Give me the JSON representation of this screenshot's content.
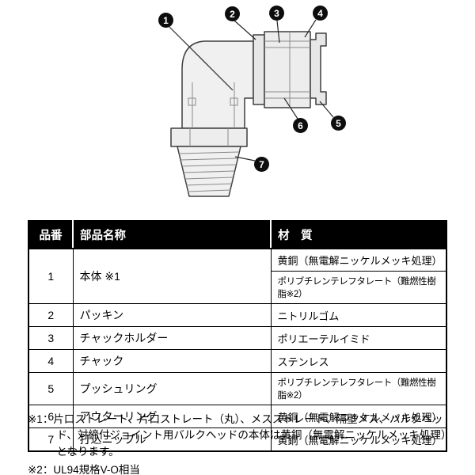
{
  "colors": {
    "background": "#ffffff",
    "table_header_bg": "#000000",
    "table_header_text": "#ffffff",
    "callout_bg": "#0d0d0d",
    "line_color": "#3f3f3f"
  },
  "diagram": {
    "description": "elbow-push-in-fitting-cross-section",
    "callouts": [
      {
        "label": "1"
      },
      {
        "label": "2"
      },
      {
        "label": "3"
      },
      {
        "label": "4"
      },
      {
        "label": "5"
      },
      {
        "label": "6"
      },
      {
        "label": "7"
      }
    ]
  },
  "table": {
    "headers": [
      "品番",
      "部品名称",
      "材　質"
    ],
    "rows": [
      {
        "no": "1",
        "name": "本体 ※1",
        "materials": [
          "黄銅（無電解ニッケルメッキ処理）",
          "ポリブチレンテレフタレート（難燃性樹脂※2）"
        ]
      },
      {
        "no": "2",
        "name": "パッキン",
        "materials": [
          "ニトリルゴム"
        ]
      },
      {
        "no": "3",
        "name": "チャックホルダー",
        "materials": [
          "ポリエーテルイミド"
        ]
      },
      {
        "no": "4",
        "name": "チャック",
        "materials": [
          "ステンレス"
        ]
      },
      {
        "no": "5",
        "name": "プッシュリング",
        "materials": [
          "ポリブチレンテレフタレート（難燃性樹脂※2）"
        ]
      },
      {
        "no": "6",
        "name": "アウターリング",
        "materials": [
          "黄銅（無電解ニッケルメッキ処理）"
        ]
      },
      {
        "no": "7",
        "name": "打込ニップル",
        "materials": [
          "黄銅（無電解ニッケルメッキ処理）"
        ]
      }
    ]
  },
  "footnotes": [
    "※1：片口ストレート、片口ストレート（丸）、メスストレート、隔壁メス、バルクヘッド、対締付ジョイント用バルクヘッドの本体は黄銅（無電解ニッケルメッキ処理）となります。",
    "※2：UL94規格V-O相当"
  ]
}
